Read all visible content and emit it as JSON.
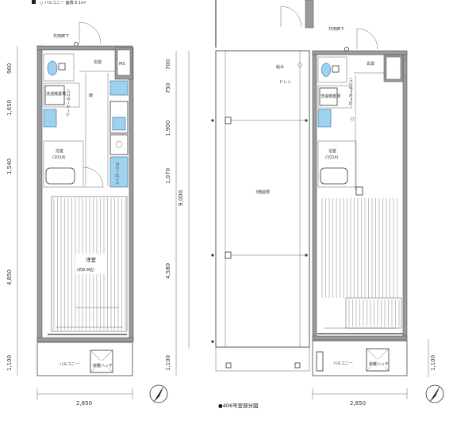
{
  "left_plan": {
    "header_text": "○ バルコニー 面積 8.1m²",
    "corridor_label": "共用廊下",
    "entrance_label": "玄関",
    "ms_label": "MS",
    "powder_room_label": "パウダールーム",
    "laundry_label": "洗濯機置場",
    "bath_label": "浴室",
    "bath_size": "(1014)",
    "closet_label": "クローゼット",
    "main_room_label": "洋室",
    "main_room_size": "(約8.8帖)",
    "balcony_label": "バルコニー",
    "hatch_label": "避難ハッチ",
    "vertical_dims": [
      "960",
      "1,650",
      "1,540",
      "4,850",
      "1,100"
    ],
    "width_dim": "2,850"
  },
  "right_plan": {
    "corridor_label": "共用廊下",
    "entrance_label": "玄関",
    "powder_room_label": "パウダールーム",
    "laundry_label": "洗濯機置場",
    "bath_label": "浴室",
    "bath_size": "(1014)",
    "stair_room_label": "3階屋根",
    "balcony_label": "バルコニー",
    "hatch_label": "避難ハッチ",
    "vertical_dims": [
      "700",
      "750",
      "1,900",
      "1,070",
      "9,000",
      "4,580",
      "1,100"
    ],
    "width_dim": "2,850",
    "caption": "●406号室部分図"
  }
}
